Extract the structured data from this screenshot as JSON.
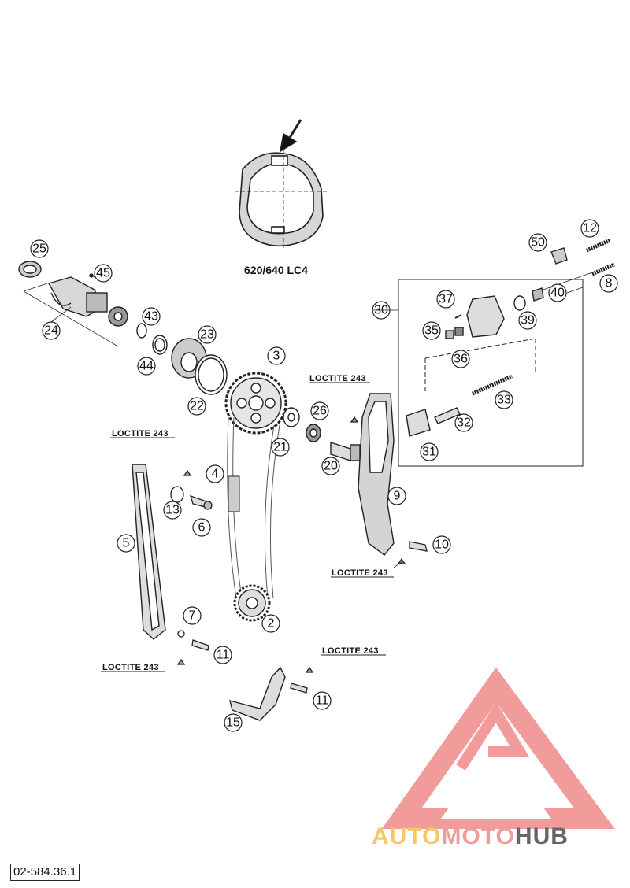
{
  "model_label": "620/640 LC4",
  "loctite_labels": [
    "LOCTITE 243",
    "LOCTITE 243",
    "LOCTITE 243",
    "LOCTITE 243",
    "LOCTITE 243"
  ],
  "callouts": [
    "25",
    "45",
    "24",
    "43",
    "44",
    "23",
    "22",
    "3",
    "21",
    "26",
    "20",
    "4",
    "13",
    "6",
    "5",
    "7",
    "11",
    "11",
    "2",
    "15",
    "9",
    "10",
    "50",
    "12",
    "8",
    "30",
    "37",
    "40",
    "35",
    "39",
    "36",
    "33",
    "32",
    "31"
  ],
  "diagram_code": "02-584.36.1",
  "watermark": {
    "part1": "AUTO",
    "part2": "MOTO",
    "part3": "HUB"
  },
  "colors": {
    "line": "#222222",
    "watermark_red": "#f08a8a",
    "watermark_yellow": "#f5c76a",
    "watermark_grey": "#666666"
  }
}
